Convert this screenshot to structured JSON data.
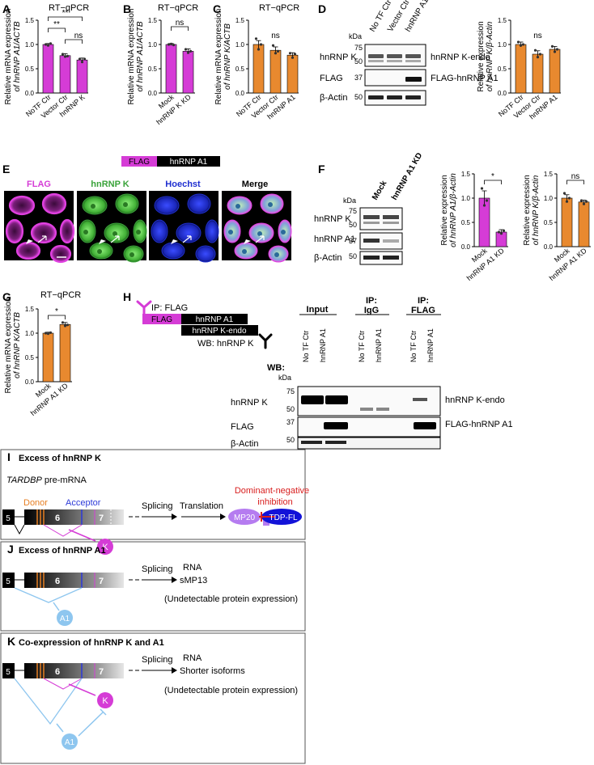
{
  "panels": {
    "A": "A",
    "B": "B",
    "C": "C",
    "D": "D",
    "E": "E",
    "F": "F",
    "G": "G",
    "H": "H",
    "I": "I",
    "J": "J",
    "K": "K"
  },
  "colors": {
    "magenta": "#d53cd6",
    "orange": "#e8892f",
    "blue_text": "#1f2fd0",
    "green_text": "#3aa33a",
    "red_text": "#d81e1e",
    "donor": "#e67e22",
    "acceptor": "#2d3ad8",
    "k_circle": "#d53cd6",
    "a1_circle": "#8ec6ef",
    "mp20": "#b57cf0",
    "tdpfl": "#1212d8"
  },
  "chart_data": [
    {
      "panel": "A",
      "type": "bar",
      "title": "RT−qPCR",
      "ylabel": [
        "Relative mRNA expression",
        "of hnRNP A1/ACTB"
      ],
      "categories": [
        "NoTF Ctr",
        "Vector Ctr",
        "hnRNP K"
      ],
      "values": [
        1.0,
        0.77,
        0.68
      ],
      "errors": [
        0.02,
        0.04,
        0.04
      ],
      "points": [
        [
          1.0,
          0.98,
          1.02
        ],
        [
          0.8,
          0.75,
          0.76
        ],
        [
          0.7,
          0.64,
          0.7
        ]
      ],
      "ylim": [
        0,
        1.5
      ],
      "yticks": [
        "0.0",
        "0.5",
        "1.0",
        "1.5"
      ],
      "color": "#d53cd6",
      "stats": [
        {
          "from": 0,
          "to": 1,
          "label": "**"
        },
        {
          "from": 0,
          "to": 2,
          "label": "**"
        },
        {
          "from": 1,
          "to": 2,
          "label": "ns"
        }
      ]
    },
    {
      "panel": "B",
      "type": "bar",
      "title": "RT−qPCR",
      "ylabel": [
        "Relative mRNA expression",
        "of hnRNP A1/ACTB"
      ],
      "categories": [
        "Mock",
        "hnRNP K KD"
      ],
      "values": [
        1.0,
        0.86
      ],
      "errors": [
        0.02,
        0.05
      ],
      "points": [
        [
          1.0,
          1.01,
          0.99
        ],
        [
          0.9,
          0.83,
          0.86
        ]
      ],
      "ylim": [
        0,
        1.5
      ],
      "yticks": [
        "0.0",
        "0.5",
        "1.0",
        "1.5"
      ],
      "color": "#d53cd6",
      "stats": [
        {
          "from": 0,
          "to": 1,
          "label": "ns"
        }
      ]
    },
    {
      "panel": "C",
      "type": "bar",
      "title": "RT−qPCR",
      "ylabel": [
        "Relative mRNA expression",
        "of hnRNP K/ACTB"
      ],
      "categories": [
        "NoTF Ctr",
        "Vector Ctr",
        "hnRNP A1"
      ],
      "values": [
        1.0,
        0.88,
        0.78
      ],
      "errors": [
        0.08,
        0.07,
        0.05
      ],
      "points": [
        [
          1.12,
          0.9,
          1.0
        ],
        [
          0.98,
          0.82,
          0.86
        ],
        [
          0.82,
          0.73,
          0.8
        ]
      ],
      "ylim": [
        0,
        1.5
      ],
      "yticks": [
        "0.0",
        "0.5",
        "1.0",
        "1.5"
      ],
      "color": "#e8892f",
      "stats": [
        {
          "label": "ns"
        }
      ]
    },
    {
      "panel": "D",
      "type": "bar",
      "title": "",
      "ylabel": [
        "Relative expression",
        "of hnRNP K/β-Actin"
      ],
      "categories": [
        "NoTF Ctr",
        "Vector Ctr",
        "hnRNP A1"
      ],
      "values": [
        1.0,
        0.8,
        0.9
      ],
      "errors": [
        0.05,
        0.07,
        0.06
      ],
      "points": [
        [
          1.05,
          0.98,
          1.0
        ],
        [
          0.88,
          0.74,
          0.8
        ],
        [
          0.96,
          0.85,
          0.9
        ]
      ],
      "ylim": [
        0,
        1.5
      ],
      "yticks": [
        "0.0",
        "0.5",
        "1.0",
        "1.5"
      ],
      "color": "#e8892f",
      "stats": [
        {
          "label": "ns"
        }
      ]
    },
    {
      "panel": "F1",
      "type": "bar",
      "title": "",
      "ylabel": [
        "Relative expression",
        "of hnRNP A1/β-Actin"
      ],
      "categories": [
        "Mock",
        "hnRNP A1 KD"
      ],
      "values": [
        1.0,
        0.3
      ],
      "errors": [
        0.15,
        0.05
      ],
      "points": [
        [
          1.2,
          0.85,
          0.95
        ],
        [
          0.3,
          0.27,
          0.33
        ]
      ],
      "ylim": [
        0,
        1.5
      ],
      "yticks": [
        "0.0",
        "0.5",
        "1.0",
        "1.5"
      ],
      "color": "#d53cd6",
      "stats": [
        {
          "from": 0,
          "to": 1,
          "label": "*"
        }
      ]
    },
    {
      "panel": "F2",
      "type": "bar",
      "title": "",
      "ylabel": [
        "Relative expression",
        "of hnRNP K/β-Actin"
      ],
      "categories": [
        "Mock",
        "hnRNP A1 KD"
      ],
      "values": [
        1.0,
        0.92
      ],
      "errors": [
        0.07,
        0.04
      ],
      "points": [
        [
          1.1,
          0.93,
          1.0
        ],
        [
          0.95,
          0.88,
          0.93
        ]
      ],
      "ylim": [
        0,
        1.5
      ],
      "yticks": [
        "0.0",
        "0.5",
        "1.0",
        "1.5"
      ],
      "color": "#e8892f",
      "stats": [
        {
          "from": 0,
          "to": 1,
          "label": "ns"
        }
      ]
    },
    {
      "panel": "G",
      "type": "bar",
      "title": "RT−qPCR",
      "ylabel": [
        "Relative mRNA expression",
        "of hnRNP K/ACTB"
      ],
      "categories": [
        "Mock",
        "hnRNP A1 KD"
      ],
      "values": [
        1.0,
        1.18
      ],
      "errors": [
        0.02,
        0.04
      ],
      "points": [
        [
          1.0,
          0.99,
          1.01
        ],
        [
          1.22,
          1.15,
          1.17
        ]
      ],
      "ylim": [
        0,
        1.5
      ],
      "yticks": [
        "0.0",
        "0.5",
        "1.0",
        "1.5"
      ],
      "color": "#e8892f",
      "stats": [
        {
          "from": 0,
          "to": 1,
          "label": "*"
        }
      ]
    }
  ],
  "blot_d": {
    "lanes": [
      "No TF Ctr",
      "Vector Ctr",
      "hnRNP A1"
    ],
    "kda": "kDa",
    "markers": [
      "75",
      "50",
      "37",
      "50"
    ],
    "rows": [
      "hnRNP K",
      "FLAG",
      "β-Actin"
    ],
    "right_labels": [
      "hnRNP K-endo",
      "FLAG-hnRNP A1"
    ]
  },
  "panel_e": {
    "construct": [
      "FLAG",
      "hnRNP A1"
    ],
    "channels": [
      "FLAG",
      "hnRNP K",
      "Hoechst",
      "Merge"
    ]
  },
  "blot_f": {
    "lanes": [
      "Mock",
      "hnRNP A1 KD"
    ],
    "kda": "kDa",
    "markers": [
      "75",
      "50",
      "37",
      "50"
    ],
    "rows": [
      "hnRNP K",
      "hnRNP A1",
      "β-Actin"
    ]
  },
  "panel_h": {
    "ip_label": "IP: FLAG",
    "flag": "FLAG",
    "a1": "hnRNP A1",
    "kendo": "hnRNP K-endo",
    "wb_label": "WB: hnRNP K",
    "groups": [
      "Input",
      "IP:",
      "IgG",
      "IP:",
      "FLAG"
    ],
    "lanes": [
      "No TF Ctr",
      "hnRNP A1",
      "No TF Ctr",
      "hnRNP A1",
      "No TF Ctr",
      "hnRNP A1"
    ],
    "wb": "WB:",
    "kda": "kDa",
    "markers": [
      "75",
      "50",
      "37",
      "50"
    ],
    "rows": [
      "hnRNP K",
      "FLAG",
      "β-Actin"
    ],
    "right_labels": [
      "hnRNP K-endo",
      "FLAG-hnRNP A1"
    ]
  },
  "scheme_i": {
    "title": "Excess of hnRNP K",
    "gene": "TARDBP",
    "gene_suffix": " pre-mRNA",
    "donor": "Donor",
    "acceptor": "Acceptor",
    "exons": [
      "5",
      "6",
      "7"
    ],
    "splicing": "Splicing",
    "translation": "Translation",
    "mp20": "MP20",
    "tdpfl": "TDP-FL",
    "dn": [
      "Dominant-negative",
      "inhibition"
    ],
    "k": "K"
  },
  "scheme_j": {
    "title": "Excess of hnRNP A1",
    "exons": [
      "5",
      "6",
      "7"
    ],
    "splicing": "Splicing",
    "rna": "RNA",
    "product": "sMP13",
    "note": "(Undetectable protein expression)",
    "a1": "A1"
  },
  "scheme_k": {
    "title": "Co-expression of hnRNP K and A1",
    "exons": [
      "5",
      "6",
      "7"
    ],
    "splicing": "Splicing",
    "rna": "RNA",
    "product": "Shorter isoforms",
    "note": "(Undetectable protein expression)",
    "k": "K",
    "a1": "A1"
  }
}
